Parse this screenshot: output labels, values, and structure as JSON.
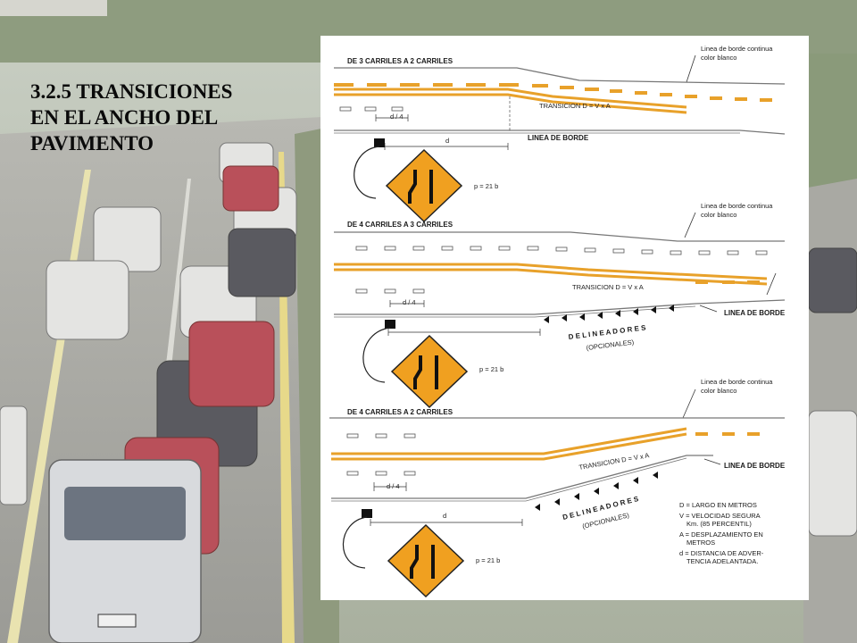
{
  "slide": {
    "title_lines": [
      "3.2.5 TRANSICIONES",
      "EN EL ANCHO DEL",
      "PAVIMENTO"
    ]
  },
  "colors": {
    "diagram_bg": "#ffffff",
    "marking_orange": "#e8a12a",
    "sign_orange": "#f0a020",
    "line_gray": "#777777"
  },
  "diagram": {
    "panels": [
      {
        "case_label": "DE 3 CARRILES A 2 CARRILES",
        "edge_note_1": "Linea de borde continua",
        "edge_note_2": "color blanco",
        "transition_label": "TRANSICION  D = V x A",
        "quarter_label": "d / 4",
        "distance_label": "d",
        "edge_line_label": "LINEA DE BORDE",
        "sign_distance_label": "p = 21 b"
      },
      {
        "case_label": "DE 4 CARRILES A 3 CARRILES",
        "edge_note_1": "Linea de borde continua",
        "edge_note_2": "color blanco",
        "transition_label": "TRANSICION  D = V x A",
        "quarter_label": "d / 4",
        "edge_line_label": "LINEA DE BORDE",
        "delineators_label": "D E L I N E A D O R E S",
        "optional_label": "(OPCIONALES)",
        "sign_distance_label": "p = 21 b"
      },
      {
        "case_label": "DE 4 CARRILES A 2 CARRILES",
        "edge_note_1": "Linea de borde continua",
        "edge_note_2": "color blanco",
        "transition_label": "TRANSICION  D = V x A",
        "quarter_label": "d / 4",
        "distance_label": "d",
        "edge_line_label": "LINEA DE BORDE",
        "delineators_label": "D E L I N E A D O R E S",
        "optional_label": "(OPCIONALES)",
        "sign_distance_label": "p = 21 b"
      }
    ],
    "legend": [
      "D = LARGO EN METROS",
      "V = VELOCIDAD SEGURA",
      "Km. (85 PERCENTIL)",
      "A = DESPLAZAMIENTO EN",
      "METROS",
      "d = DISTANCIA DE ADVER-",
      "TENCIA ADELANTADA."
    ]
  }
}
